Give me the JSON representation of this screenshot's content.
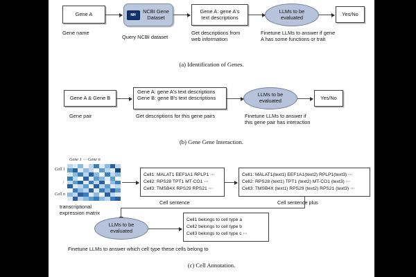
{
  "figure": {
    "panels": [
      {
        "id": "a",
        "caption": "(a) Identification of Genes.",
        "nodes": {
          "input": "Gene A",
          "ncbi_line1": "NCBI Gene",
          "ncbi_line2": "Dataset",
          "ncbi_badge": "NIH",
          "descriptions_line1": "Gene A: gene A's",
          "descriptions_line2": "text descriptions",
          "llm_line1": "LLMs to be",
          "llm_line2": "evaluated",
          "output": "Yes/No"
        },
        "annotations": {
          "input": "Gene name",
          "query": "Query NCBI dataset",
          "descriptions_line1": "Get descriptions from",
          "descriptions_line2": "web information",
          "finetune_line1": "Finetune LLMs to answer if gene",
          "finetune_line2": "A has some functions or trait"
        }
      },
      {
        "id": "b",
        "caption": "(b) Gene Gene Interaction.",
        "nodes": {
          "input": "Gene A & Gene B",
          "descriptions_line1": "Gene A: gene A's text descriptions",
          "descriptions_line2": "Gene B: gene B's text descriptions",
          "llm_line1": "LLMs to be",
          "llm_line2": "evaluated",
          "output": "Yes/No"
        },
        "annotations": {
          "input": "Gene pair",
          "descriptions": "Get descriptions for this gene pairs",
          "finetune_line1": "Finetune LLMs to answer if",
          "finetune_line2": "this gene pair has interaction"
        }
      },
      {
        "id": "c",
        "caption": "(c) Cell Annotation.",
        "matrix": {
          "col_label": "Gene 1 ⋯ Gene n",
          "row_label_top": "Cell 1",
          "row_label_bottom": "Cell n",
          "row_dots": "⋮",
          "annotation_line1": "transcriptional",
          "annotation_line2": "expression matrix"
        },
        "cell_sentence": {
          "label": "Cell sentence",
          "lines": [
            "Cell1: MALAT1 EEF1A1 RPLP1 ⋯",
            "Cell2: RPS28 TPT1 MT-CO1 ⋯",
            "Cell3: TMSB4X RPS29 RPS21 ⋯"
          ]
        },
        "cell_sentence_plus": {
          "label": "Cell sentence plus",
          "lines": [
            "Cell1: MALAT1(text1) EEF1A1(text2) RPLP1(text3) ⋯",
            "Cell2: RPS28 (text1) TPT1 (text2) MT-CO1 (text3) ⋯",
            "Cell3: TMSB4X (text1) RPS29 (text2) RPS21 (text3) ⋯"
          ]
        },
        "llm": {
          "line1": "LLMs to be",
          "line2": "evaluated"
        },
        "answers": {
          "lines": [
            "Cell1 belongs to cell type a",
            "Cell2 belongs to cell type b",
            "Cell3 belongs to cell type c ⋯"
          ]
        },
        "annotations": {
          "finetune": "Finetune LLMs to answer which cell type these cells belong to"
        }
      }
    ]
  },
  "chart_data": {
    "type": "heatmap",
    "title": "transcriptional expression matrix",
    "xlabel": "Gene 1 ⋯ Gene n",
    "ylabel": "Cell 1 ⋯ Cell n",
    "rows": 9,
    "cols": 10,
    "colorscale": [
      "#f2f7fd",
      "#dce9f7",
      "#bcd6ee",
      "#8cbbe0",
      "#5d9ecd",
      "#3b7cbb",
      "#2b5f9e",
      "#1a4480"
    ],
    "values": [
      [
        2,
        1,
        3,
        0,
        2,
        5,
        1,
        3,
        6,
        2
      ],
      [
        4,
        6,
        1,
        3,
        2,
        0,
        4,
        2,
        1,
        7
      ],
      [
        1,
        3,
        5,
        2,
        6,
        3,
        0,
        5,
        2,
        3
      ],
      [
        5,
        2,
        0,
        6,
        1,
        4,
        3,
        1,
        4,
        0
      ],
      [
        2,
        4,
        6,
        1,
        5,
        2,
        6,
        0,
        3,
        5
      ],
      [
        6,
        1,
        2,
        4,
        0,
        6,
        2,
        4,
        1,
        2
      ],
      [
        0,
        5,
        3,
        2,
        6,
        1,
        5,
        3,
        6,
        4
      ],
      [
        3,
        2,
        6,
        5,
        1,
        3,
        0,
        6,
        2,
        1
      ],
      [
        1,
        6,
        2,
        3,
        4,
        5,
        3,
        2,
        5,
        6
      ]
    ]
  },
  "colors": {
    "node_fill": "#ffffff",
    "node_border": "#3f3f3f",
    "ncbi_fill": "#b9c6dc",
    "ellipse_fill": "#b7c3da",
    "nih_badge": "#11336b",
    "arrow": "#4a4a4a",
    "background": "#ffffff",
    "letterbox": "#000000"
  }
}
